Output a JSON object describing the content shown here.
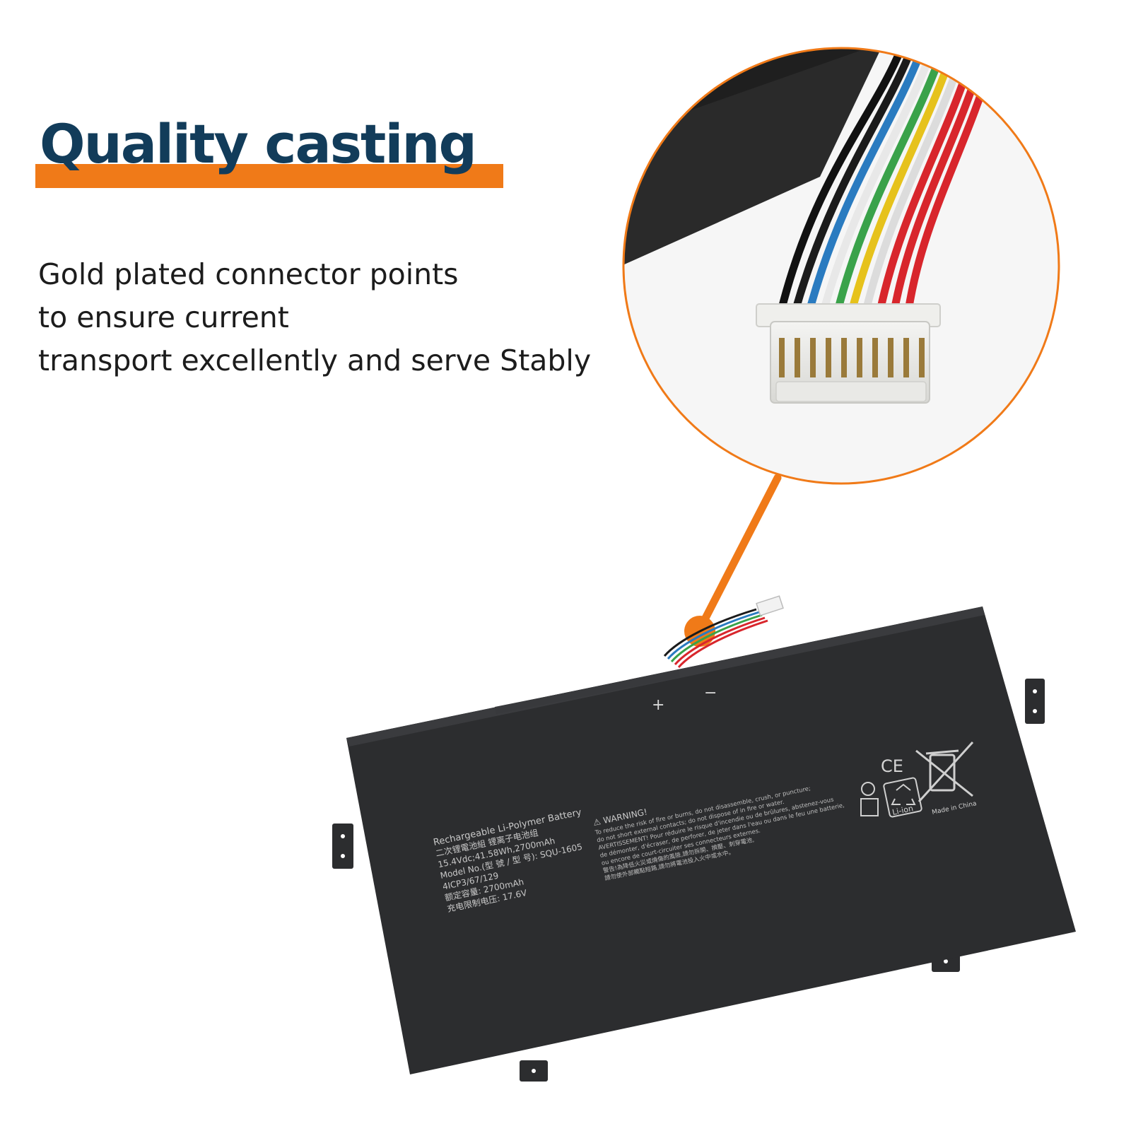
{
  "heading": "Quality casting",
  "body_lines": [
    "Gold plated connector points",
    "to ensure current",
    "transport excellently and serve Stably"
  ],
  "battery": {
    "plus_sign": "+",
    "minus_sign": "−",
    "label": [
      "Rechargeable Li-Polymer Battery",
      "二次锂電池組 锂离子电池组",
      "15.4Vdc;41.58Wh,2700mAh",
      "Model No.(型 號 / 型 号):  SQU-1605",
      "4ICP3/67/129",
      "额定容量: 2700mAh",
      "充电限制电压: 17.6V"
    ],
    "warning": [
      "⚠ WARNING!",
      "To reduce the risk of fire or burns, do not disassemble, crush, or puncture;",
      "do not short external contacts; do not dispose of in fire or water.",
      "AVERTISSEMENT! Pour réduire le risque d'incendie ou de brûlures, abstenez-vous",
      "de démonter, d'écraser, de perforer, de jeter dans l'eau ou dans le feu une batterie,",
      "ou encore de court-circuiter ses connecteurs externes.",
      "警告!為降低火災或燒傷的風險,請勿拆開、擠壓、刺穿電池,",
      "請勿使外部觸點短路,請勿將電池投入火中或水中。"
    ],
    "ce_mark": "CE",
    "recycle_label": "Li-ion",
    "made_in": "Made in China"
  },
  "colors": {
    "accent": "#f07a18",
    "heading": "#123c5a",
    "battery": "#2c2d2f"
  }
}
